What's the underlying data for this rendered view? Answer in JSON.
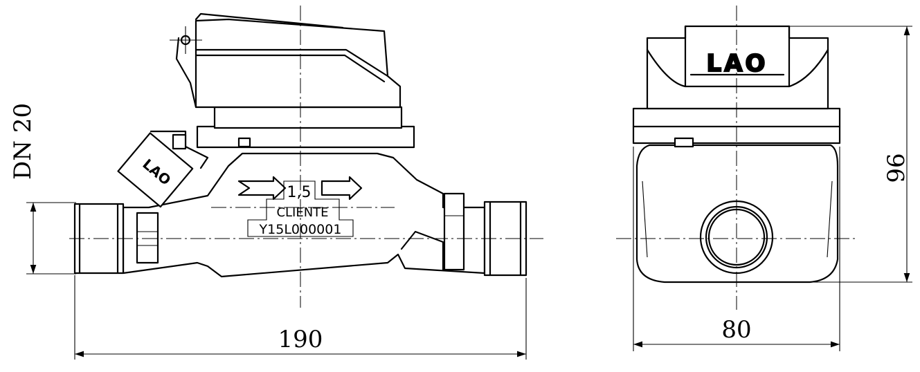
{
  "dimensions": {
    "length": "190",
    "width": "80",
    "height": "96",
    "nominal_diameter": "DN 20"
  },
  "markings": {
    "brand": "LAO",
    "flow_rate": "1,5",
    "client": "CLIENTE",
    "serial": "Y15L000001"
  },
  "icons": [
    "flow-direction-arrow-icon"
  ]
}
